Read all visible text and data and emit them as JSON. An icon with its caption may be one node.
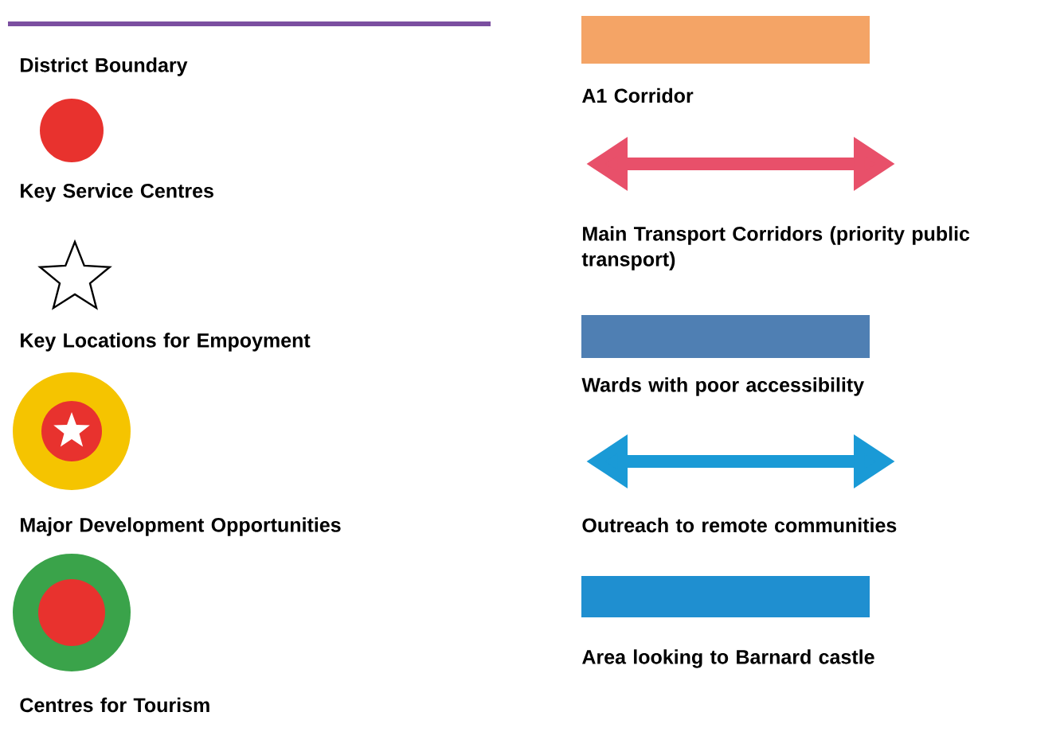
{
  "diagram": {
    "legend": [
      {
        "text": "District Boundary"
      },
      {
        "text": "Key Service Centres"
      },
      {
        "text": "Key Locations for Empoyment"
      },
      {
        "text": "Major Development Opportunities"
      },
      {
        "text": "Centres for Tourism"
      },
      {
        "text": "A1 Corridor",
        "color": "#f4a466"
      },
      {
        "text": "Main Transport Corridors (priority public transport)"
      },
      {
        "text": "Wards with poor accessibility",
        "color": "#4f7fb3"
      },
      {
        "text": "Outreach to remote communities"
      },
      {
        "text": "Area looking to Barnard castle",
        "color": "#1f8fd0"
      }
    ]
  }
}
